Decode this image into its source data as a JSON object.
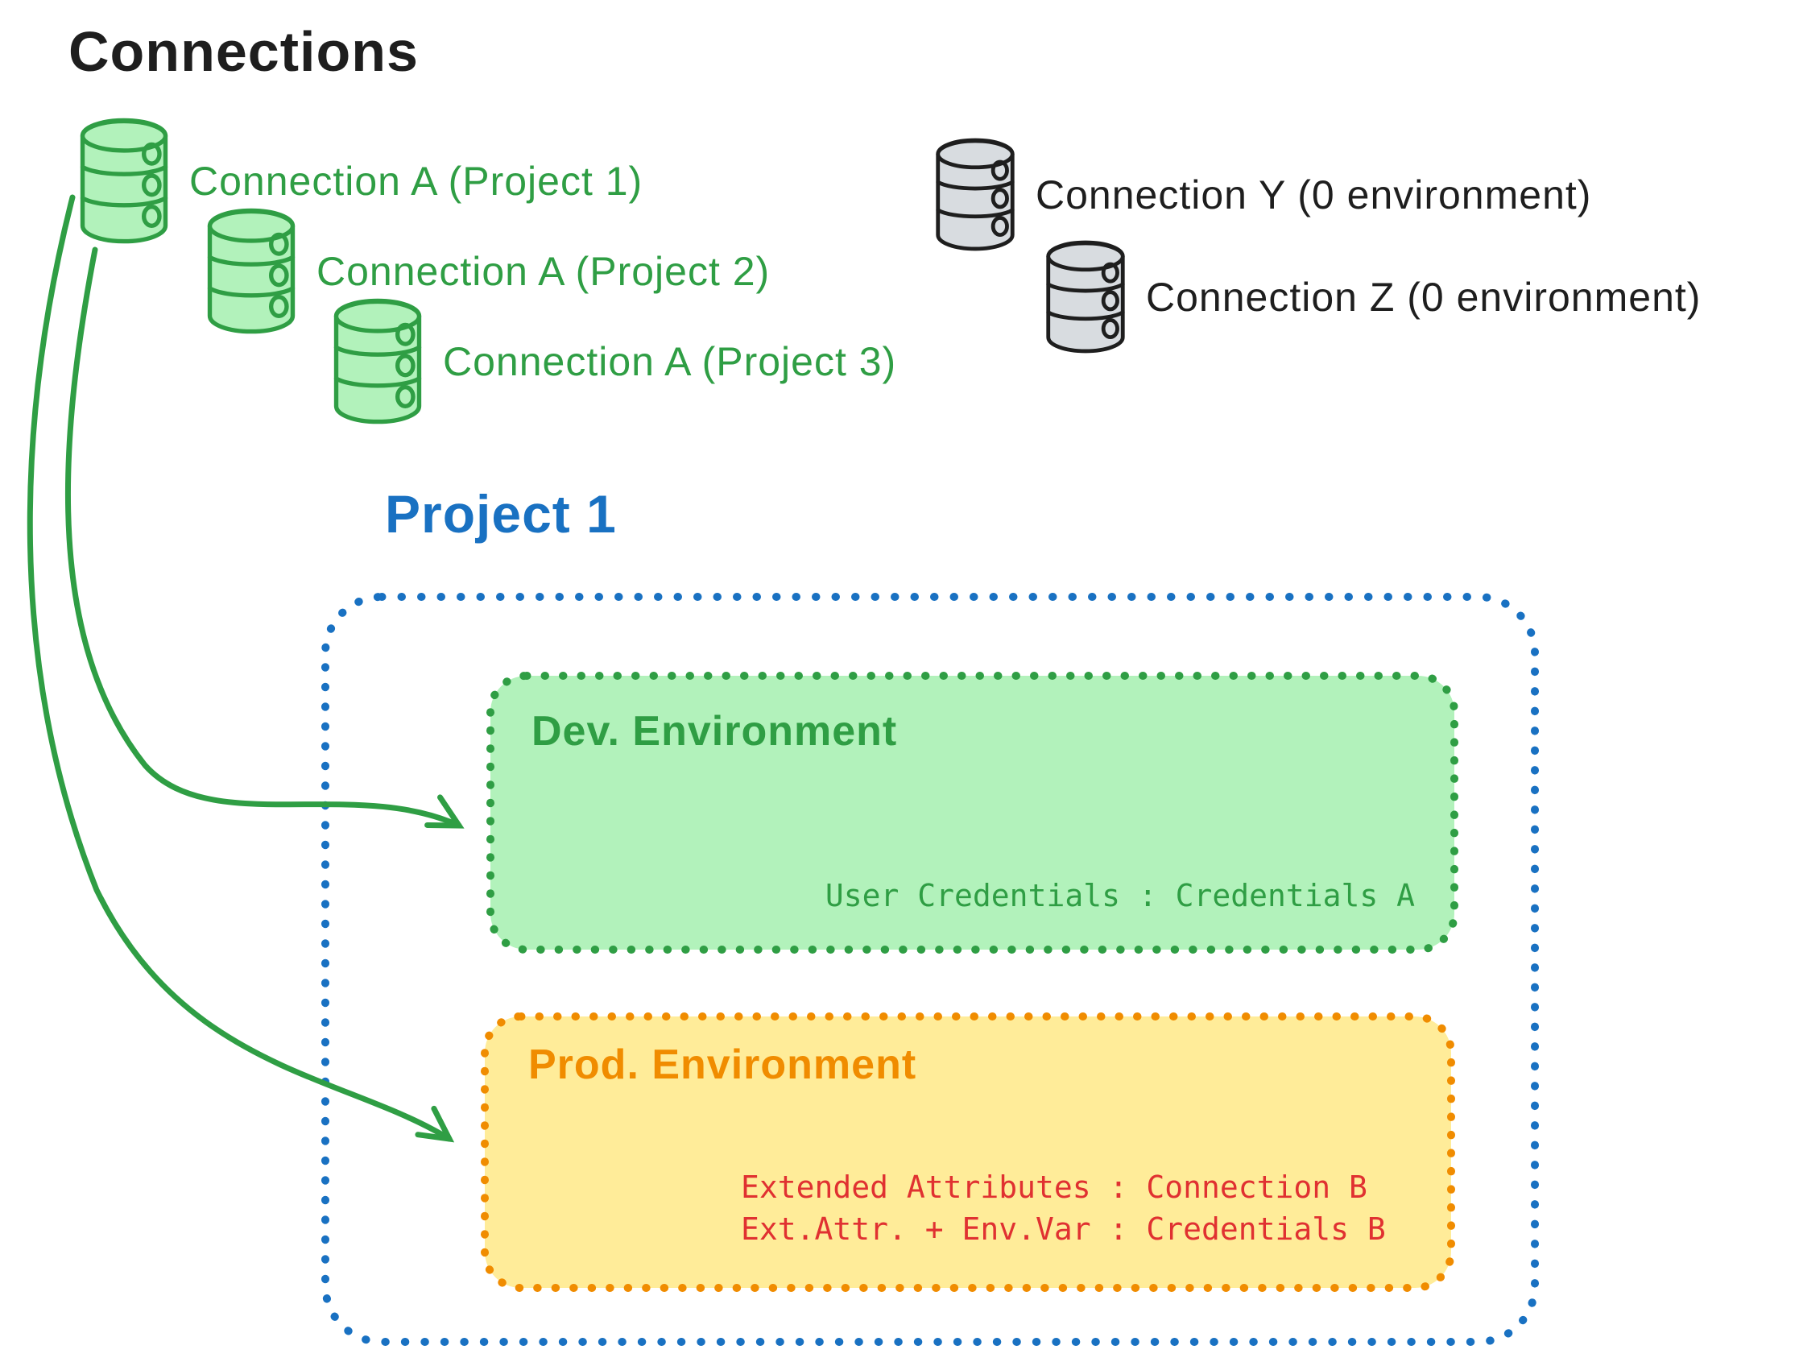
{
  "title": "Connections",
  "palette": {
    "ink": "#1e1e1e",
    "green_stroke": "#2f9e44",
    "green_fill": "#b2f2bb",
    "gray_fill": "#d8dce0",
    "blue": "#1971c2",
    "orange": "#f08c00",
    "yellow_fill": "#ffec99",
    "red": "#e03131"
  },
  "connections": {
    "project_scoped": [
      {
        "icon": "database-icon",
        "label": "Connection A (Project 1)"
      },
      {
        "icon": "database-icon",
        "label": "Connection A (Project 2)"
      },
      {
        "icon": "database-icon",
        "label": "Connection A (Project 3)"
      }
    ],
    "unscoped": [
      {
        "icon": "database-icon",
        "label": "Connection Y (0 environment)"
      },
      {
        "icon": "database-icon",
        "label": "Connection Z (0 environment)"
      }
    ]
  },
  "project": {
    "title": "Project 1",
    "environments": [
      {
        "name": "Dev. Environment",
        "bindings": [
          "User Credentials : Credentials A"
        ]
      },
      {
        "name": "Prod. Environment",
        "bindings": [
          "Extended Attributes : Connection B",
          "Ext.Attr. + Env.Var : Credentials B"
        ]
      }
    ]
  }
}
